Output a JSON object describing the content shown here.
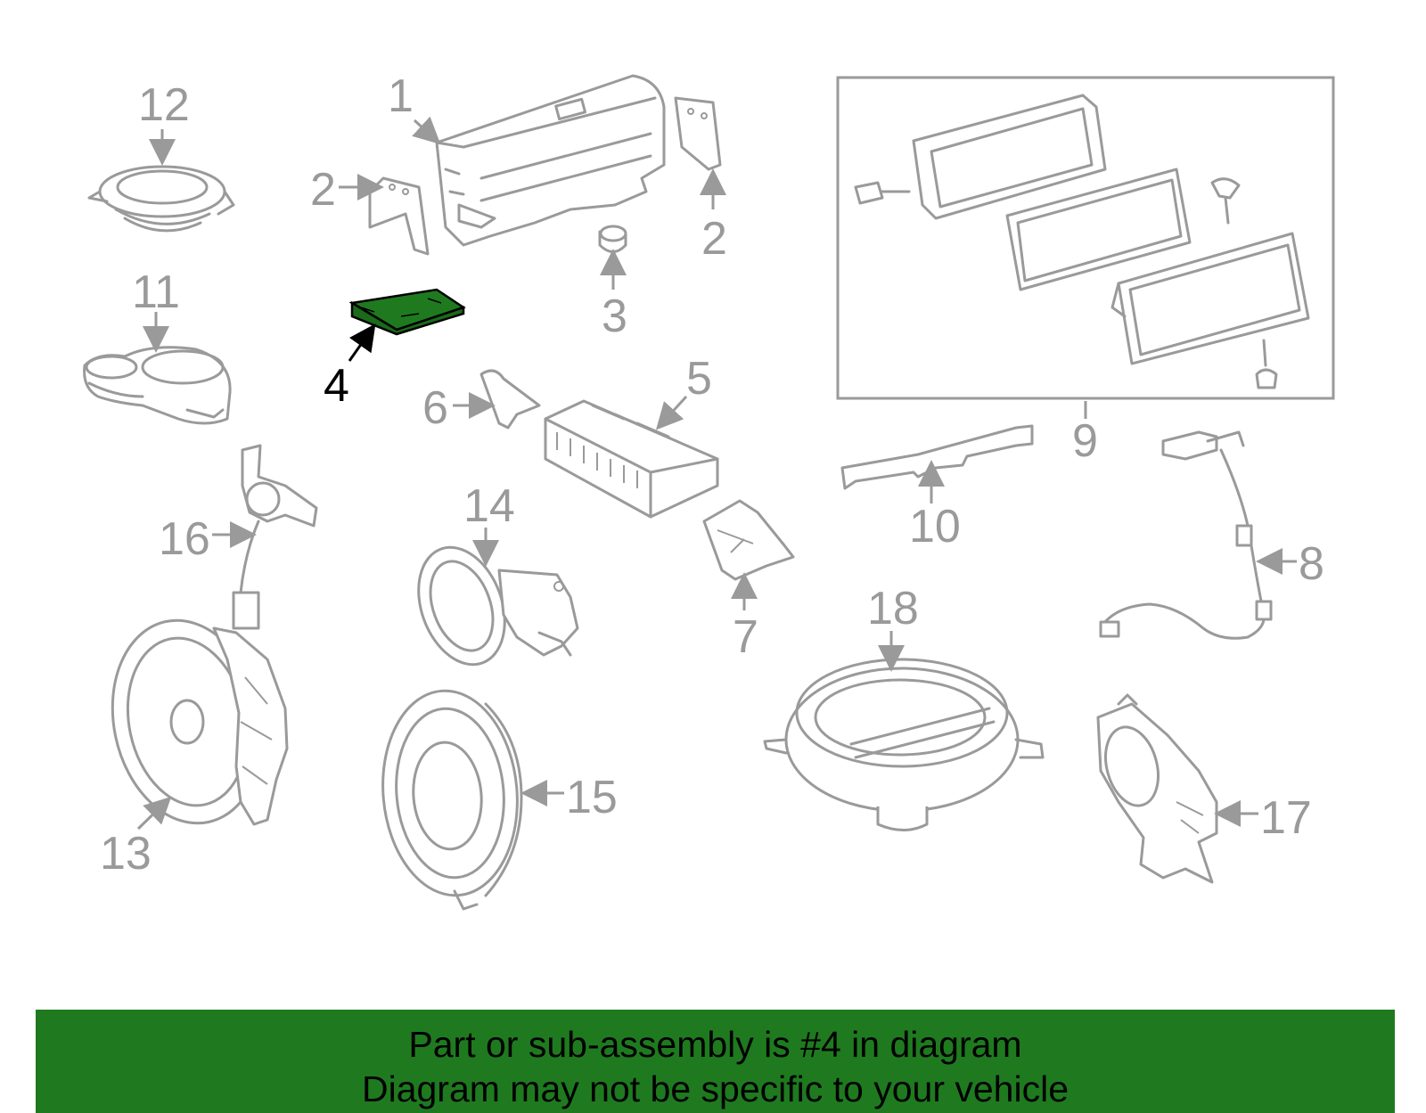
{
  "diagram": {
    "highlighted_part": "4",
    "callouts": [
      "1",
      "2",
      "2",
      "3",
      "4",
      "5",
      "6",
      "7",
      "8",
      "9",
      "10",
      "11",
      "12",
      "13",
      "14",
      "15",
      "16",
      "17",
      "18"
    ],
    "colors": {
      "highlight": "#1f7a1f",
      "parts": "#9a9a9a",
      "banner": "#1f7a1f"
    }
  },
  "banner": {
    "line1": "Part or sub-assembly is #4 in diagram",
    "line2": "Diagram may not be specific to your vehicle"
  }
}
